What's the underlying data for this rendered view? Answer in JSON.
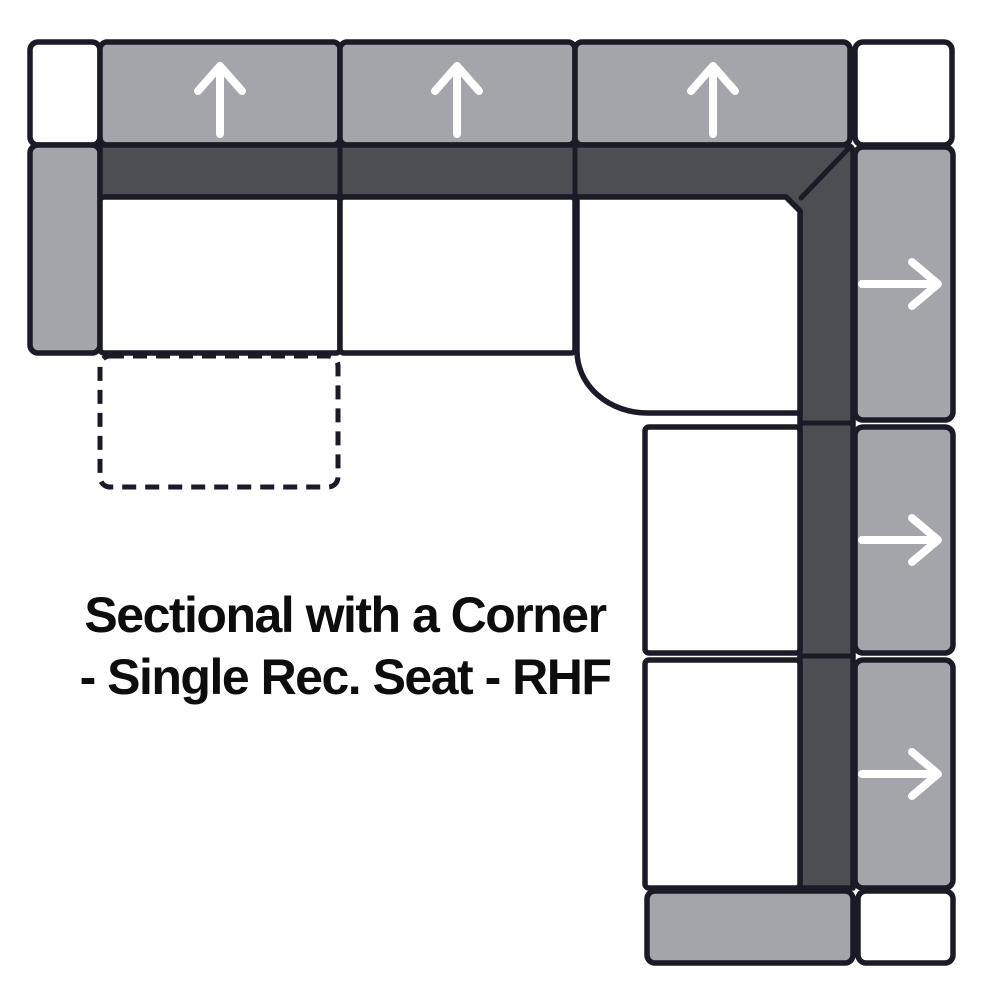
{
  "title": {
    "line1": "Sectional with a Corner",
    "line2": "- Single Rec. Seat - RHF"
  },
  "diagram": {
    "back_cushion_arrow_count": 3,
    "side_cushion_arrow_count": 3,
    "icons": [
      "arrow-up-icon",
      "arrow-up-icon",
      "arrow-up-icon",
      "arrow-right-icon",
      "arrow-right-icon",
      "arrow-right-icon"
    ]
  },
  "colors": {
    "background": "#ffffff",
    "cushion-gray": "#a4a5ab",
    "back-dark": "#4d4e54",
    "outline-dark": "#1a1b26",
    "seat-white": "#ffffff",
    "arrow-white": "#ffffff",
    "text-black": "#0d0d0d"
  }
}
